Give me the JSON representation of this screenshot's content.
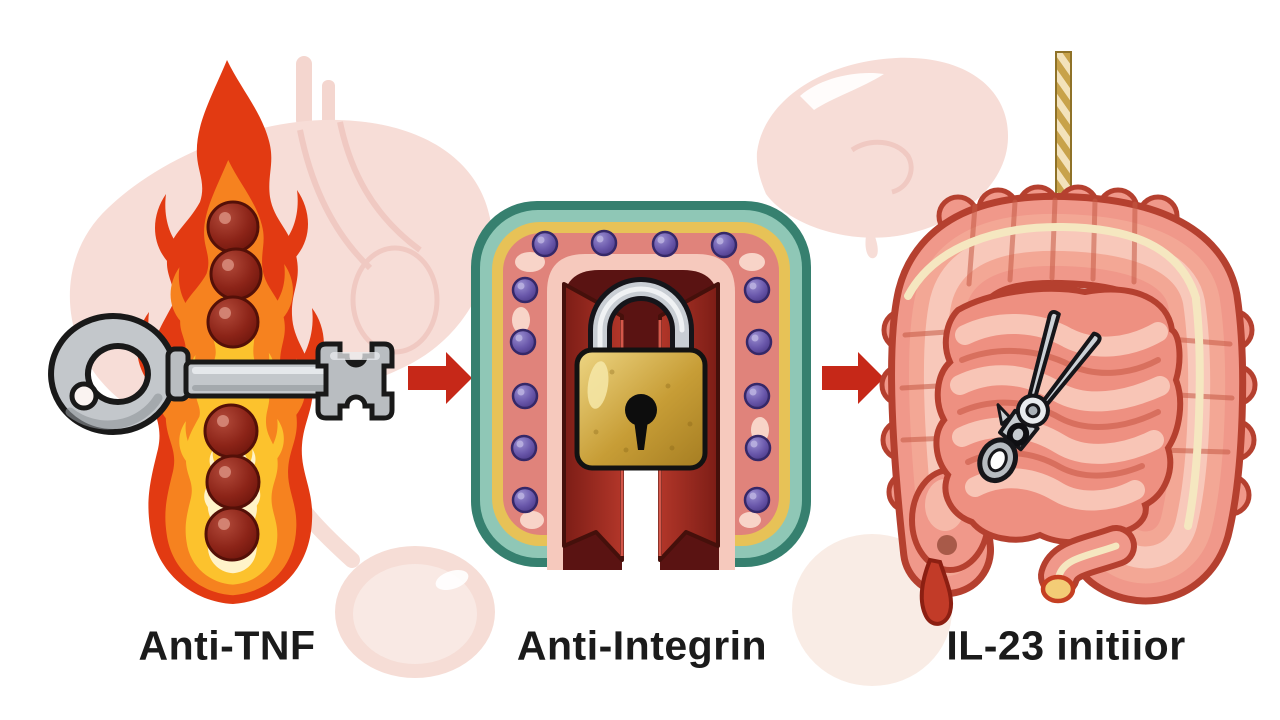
{
  "diagram": {
    "type": "medical-illustration",
    "panels": [
      {
        "id": "anti-tnf",
        "label": "Anti-TNF",
        "icon": "key-in-flame-icon"
      },
      {
        "id": "anti-integrin",
        "label": "Anti-Integrin",
        "icon": "padlocked-gut-wall-icon"
      },
      {
        "id": "il-23",
        "label": "IL-23 initiior",
        "icon": "intestine-scissors-icon"
      }
    ],
    "arrows": [
      {
        "icon": "right-arrow-icon"
      },
      {
        "icon": "right-arrow-icon"
      }
    ],
    "colors": {
      "background": "#ffffff",
      "arrow_red": "#c62818",
      "flame_red": "#e23a12",
      "flame_orange": "#f6821f",
      "flame_yellow": "#fcc22d",
      "flame_core": "#fff3c9",
      "tnf_sphere": "#7d1d12",
      "key_metal": "#c3c7cb",
      "wall_teal": "#36806f",
      "wall_yellow": "#e7c257",
      "wall_salmon": "#e0837b",
      "wall_pink": "#f6c9bd",
      "door_red": "#a8301f",
      "integrin_purple": "#584796",
      "padlock_gold": "#c79d36",
      "intestine_pink": "#f0988a",
      "intestine_outline": "#b5402f",
      "label_color": "#1b1b1b"
    }
  }
}
